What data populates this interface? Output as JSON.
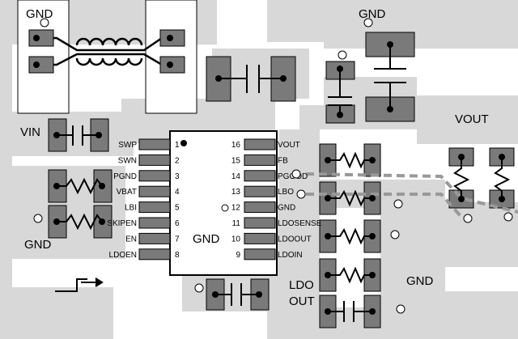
{
  "labels": {
    "gnd_top_left": "GND",
    "gnd_top_right": "GND",
    "vin": "VIN",
    "vout": "VOUT",
    "gnd_left": "GND",
    "gnd_ic": "GND",
    "ldo_line1": "LDO",
    "ldo_line2": "OUT",
    "gnd_bottom_right": "GND"
  },
  "ic": {
    "left_pins": [
      {
        "name": "SWP",
        "num": "1"
      },
      {
        "name": "SWN",
        "num": "2"
      },
      {
        "name": "PGND",
        "num": "3"
      },
      {
        "name": "VBAT",
        "num": "4"
      },
      {
        "name": "LBI",
        "num": "5"
      },
      {
        "name": "SKIPEN",
        "num": "6"
      },
      {
        "name": "EN",
        "num": "7"
      },
      {
        "name": "LDOEN",
        "num": "8"
      }
    ],
    "right_pins": [
      {
        "name": "VOUT",
        "num": "16"
      },
      {
        "name": "FB",
        "num": "15"
      },
      {
        "name": "PGOOD",
        "num": "14"
      },
      {
        "name": "LBO",
        "num": "13"
      },
      {
        "name": "GND",
        "num": "12"
      },
      {
        "name": "LDOSENSE",
        "num": "11"
      },
      {
        "name": "LDOOUT",
        "num": "10"
      },
      {
        "name": "LDOIN",
        "num": "9"
      }
    ]
  },
  "colors": {
    "copper": "#d8d8d8",
    "pad": "#7a7a7a",
    "trace_dashed": "#999999",
    "background": "#ffffff"
  }
}
